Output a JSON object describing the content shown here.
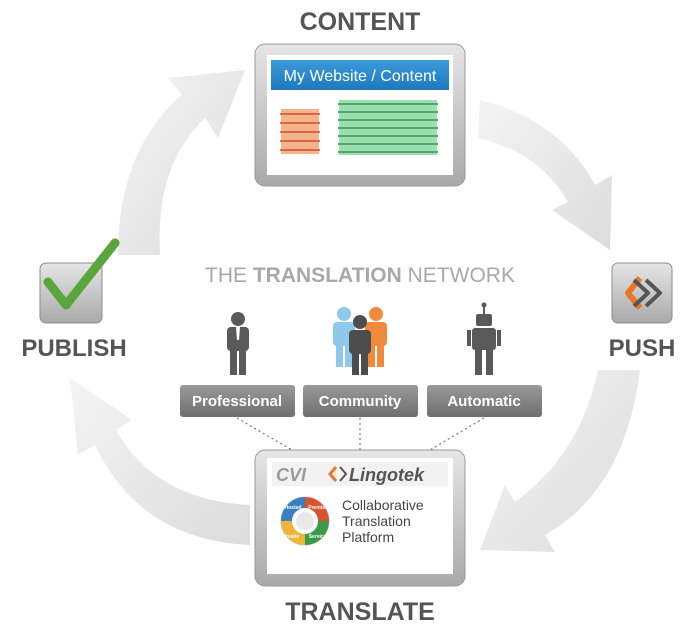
{
  "stages": {
    "content": "CONTENT",
    "push": "PUSH",
    "translate": "TRANSLATE",
    "publish": "PUBLISH"
  },
  "browser_title": "My Website / Content",
  "network": {
    "title_pre": "THE ",
    "title_bold": "TRANSLATION",
    "title_post": " NETWORK",
    "types": [
      "Professional",
      "Community",
      "Automatic"
    ]
  },
  "platform": {
    "logo_cvi": "CVI",
    "logo_lingotek": "Lingotek",
    "lines": [
      "Collaborative",
      "Translation",
      "Platform"
    ],
    "ring_labels": [
      "Hosted",
      "Premise",
      "Inside",
      "Services"
    ]
  },
  "colors": {
    "stage_text": "#555555",
    "check": "#5aa63c",
    "browser_blue": "#2f8fd0",
    "orange": "#e8762b",
    "network_gray": "#a8a8a8",
    "label_bg": "#7b7b7b"
  },
  "icons": {
    "publish": "checkmark-icon",
    "push": "push-chevron-icon",
    "professional": "person-icon",
    "community": "group-icon",
    "automatic": "robot-icon"
  }
}
